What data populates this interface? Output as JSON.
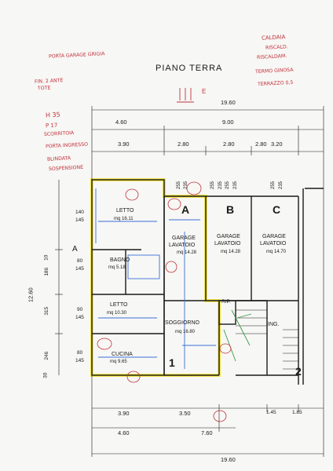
{
  "header": {
    "title": "PIANO TERRA",
    "entrance_mark": "E"
  },
  "rooms": {
    "letto1": {
      "name": "LETTO",
      "area": "mq 16.11"
    },
    "bagno": {
      "name": "BAGNO",
      "area": "mq 5.18"
    },
    "letto2": {
      "name": "LETTO",
      "area": "mq 10.30"
    },
    "soggiorno": {
      "name": "SOGGIORNO",
      "area": "mq 16.80"
    },
    "cucina": {
      "name": "CUCINA",
      "area": "mq 9.65"
    },
    "rip": {
      "name": "RIP."
    },
    "ing": {
      "name": "ING."
    },
    "garage_a": {
      "letter": "A",
      "name1": "GARAGE",
      "name2": "LAVATOIO",
      "area": "mq 14.28"
    },
    "garage_b": {
      "letter": "B",
      "name1": "GARAGE",
      "name2": "LAVATOIO",
      "area": "mq 14.28"
    },
    "garage_c": {
      "letter": "C",
      "name1": "GARAGE",
      "name2": "LAVATOIO",
      "area": "mq 14.70"
    }
  },
  "marks": {
    "unit_a": "A",
    "unit_1": "1",
    "unit_2": "2"
  },
  "dimensions": {
    "top_overall": "19.60",
    "top_a": "4.60",
    "top_b": "9.00",
    "top_row": [
      "3.90",
      "2.80",
      "2.80",
      "2.80",
      "3.20"
    ],
    "bottom_row": [
      "3.90",
      "3.50",
      "1.45",
      "1.85"
    ],
    "bottom_a": "4.60",
    "bottom_b": "7.60",
    "bottom_overall": "19.60",
    "left_overall": "12.60",
    "left_col": [
      "10",
      "186",
      "315",
      "246",
      "30"
    ],
    "openings": [
      "140",
      "145",
      "80",
      "145",
      "90",
      "145",
      "80",
      "145"
    ],
    "door_heights": [
      "255",
      "235",
      "255",
      "235",
      "255",
      "235",
      "255",
      "235"
    ]
  },
  "handwritten": {
    "top_left": [
      "PORTA GARAGE GRIGIA",
      "FIN. 2 ANTE",
      "TOTE",
      "H 35",
      "P 17",
      "SCORRITOIA",
      "PORTA INGRESSO",
      "BLINDATA",
      "SOSPENSIONE"
    ],
    "top_right": [
      "CALDAIA",
      "RISCALD.",
      "RISCALDAM.",
      "TERMO GINOSA",
      "TERRAZZO 0,5"
    ]
  },
  "colors": {
    "outline": "#f2e34a",
    "ink": "#1a1a1a",
    "blue": "#3b6fd6",
    "red": "#c2323c",
    "green": "#3a9a4a"
  }
}
